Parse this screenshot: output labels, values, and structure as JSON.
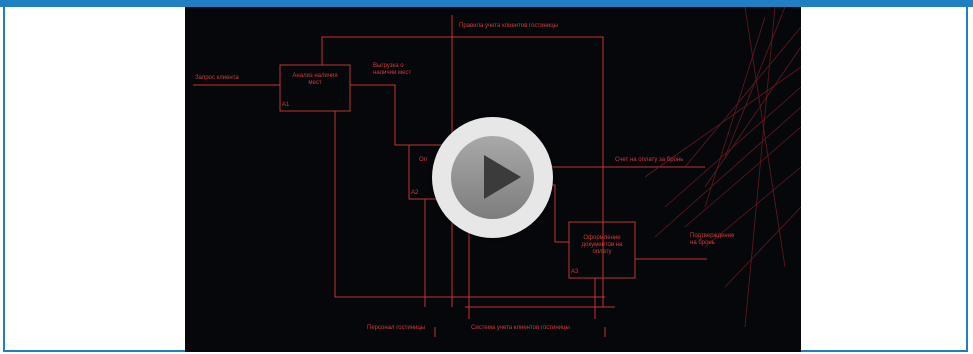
{
  "player": {
    "play_icon": "play-icon",
    "accent_color": "#1f7fc2",
    "diagram_color": "#d23a3a"
  },
  "diagram": {
    "labels": {
      "top": "Правила учета клиентов гостиницы",
      "input": "Запрос клиента",
      "output_mid": "Выгрузка о наличии мест",
      "output_right": "Счет на оплату за бронь",
      "output_bottom_right": "Подтверждение на бронь",
      "bottom_left": "Персонал гостиницы",
      "bottom_right": "Система учета клиентов гостиницы"
    },
    "blocks": {
      "b1": "Анализ наличия мест",
      "b1_code": "A1",
      "b2": "Оп",
      "b2_code": "A2",
      "b3": "Оформление документов на оплату",
      "b3_code": "A3"
    }
  }
}
